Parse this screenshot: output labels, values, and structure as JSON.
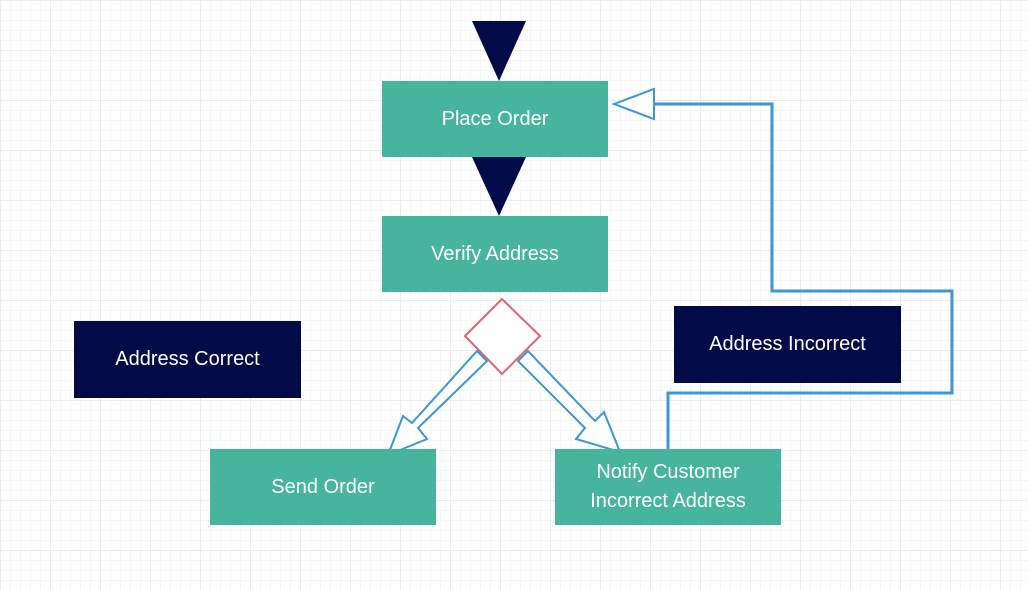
{
  "colors": {
    "process": "#47b59e",
    "label_box": "#020b48",
    "start_arrow": "#020b48",
    "connector": "#3d97d3",
    "decision": "#e0636f",
    "text": "#ffffff"
  },
  "nodes": {
    "place_order": "Place Order",
    "verify_address": "Verify Address",
    "send_order": "Send Order",
    "notify_customer": {
      "line1": "Notify Customer",
      "line2": "Incorrect Address"
    },
    "address_correct": "Address Correct",
    "address_incorrect": "Address Incorrect"
  }
}
